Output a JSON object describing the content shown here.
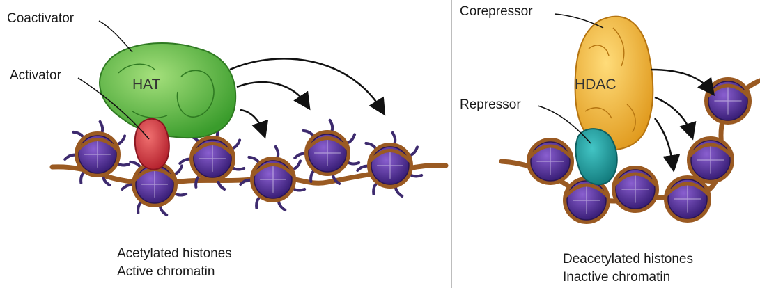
{
  "left_panel": {
    "labels": {
      "coactivator": "Coactivator",
      "activator": "Activator",
      "hat": "HAT"
    },
    "caption": [
      "Acetylated histones",
      "Active chromatin"
    ]
  },
  "right_panel": {
    "labels": {
      "corepressor": "Corepressor",
      "repressor": "Repressor",
      "hdac": "HDAC"
    },
    "caption": [
      "Deacetylated histones",
      "Inactive chromatin"
    ]
  },
  "colors": {
    "hat": "#5cc043",
    "activator": "#d9353d",
    "hdac": "#f3b73a",
    "repressor": "#1a9fa0",
    "histone": "#4b2a8c",
    "dna": "#9a5a22",
    "tail": "#3d2a6e"
  }
}
